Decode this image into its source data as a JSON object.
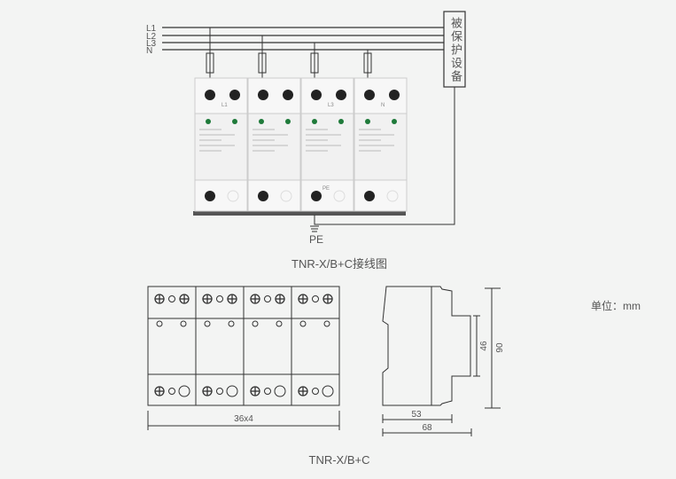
{
  "wiring": {
    "lines": [
      "L1",
      "L2",
      "L3",
      "N"
    ],
    "protected_device": "被保护设备",
    "ground_label": "PE",
    "module_labels": [
      "L1",
      "",
      "L3",
      "N"
    ],
    "module_pe_label": "PE",
    "title": "TNR-X/B+C接线图"
  },
  "dimensions": {
    "width_label": "36x4",
    "depth_53": "53",
    "depth_68": "68",
    "height_46": "46",
    "height_90": "90",
    "unit": "单位：mm",
    "title": "TNR-X/B+C"
  },
  "colors": {
    "led": "#1f7a3a",
    "line": "#333333",
    "text": "#555555"
  }
}
